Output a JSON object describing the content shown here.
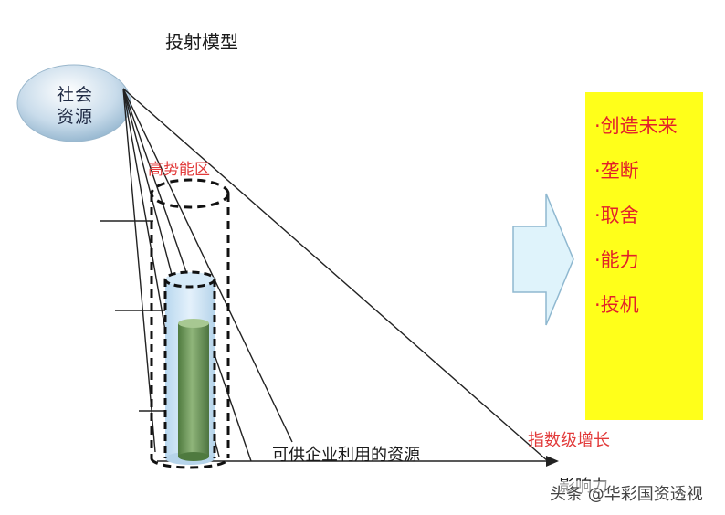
{
  "title": "投射模型",
  "source": {
    "line1": "社会",
    "line2": "资源"
  },
  "potential_label": "高势能区",
  "resource_label": "可供企业利用的资源",
  "axis_label": "影响力",
  "growth_label": "指数级增长",
  "panel_items": [
    "·创造未来",
    "·垄断",
    "·取舍",
    "·能力",
    "·投机"
  ],
  "watermark": "头条 @华彩国资透视",
  "colors": {
    "panel": "#ffff1a",
    "panel_text": "#e2202a",
    "label_red": "#e23a3a",
    "arrow_fill": "#dff3fb",
    "arrow_stroke": "#8fb8d0",
    "bubble": "#b9d3e6",
    "inner_cylinder": "#cfe6f7",
    "bar": "#6f9a5c"
  }
}
